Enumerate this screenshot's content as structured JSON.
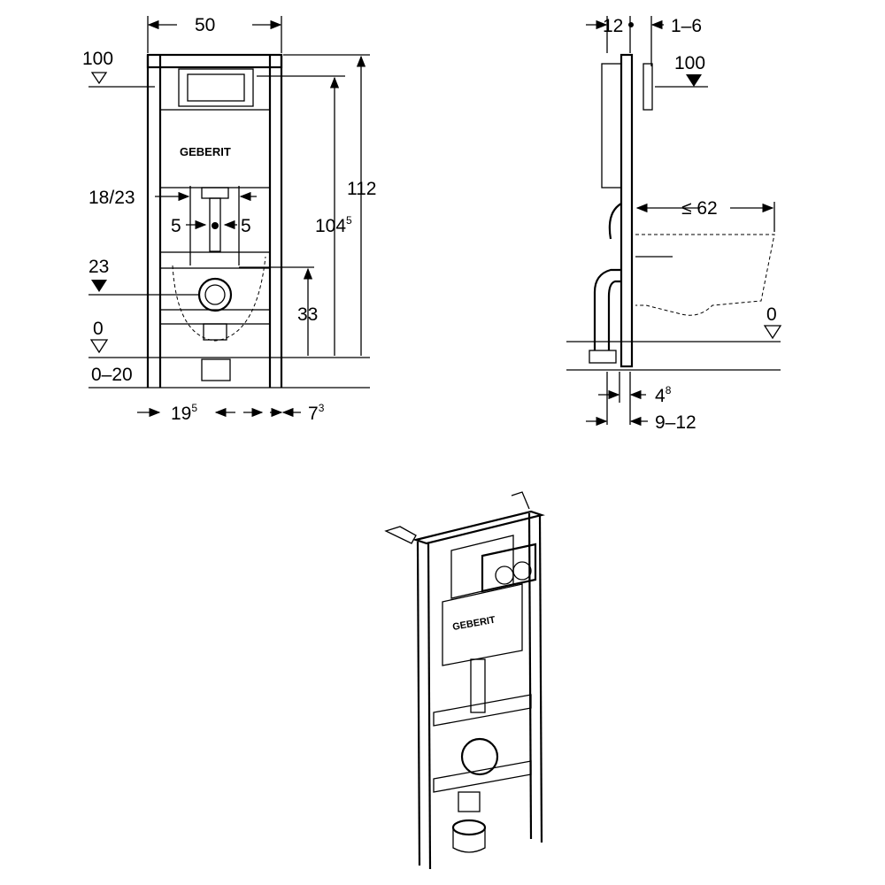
{
  "brand": "GEBERIT",
  "front_view": {
    "width": "50",
    "level_top": "100",
    "outlet_spacing": "18/23",
    "offset_left": "5",
    "offset_right": "5",
    "level_drain": "23",
    "level_floor": "0",
    "floor_range": "0–20",
    "foot_left_main": "19",
    "foot_left_sup": "5",
    "foot_right_main": "7",
    "foot_right_sup": "3",
    "height_total": "112",
    "height_inlet_main": "104",
    "height_inlet_sup": "5",
    "height_drain": "33"
  },
  "side_view": {
    "depth_top": "12",
    "wall_range": "1–6",
    "level_top": "100",
    "bowl_projection": "≤ 62",
    "level_floor": "0",
    "foot_depth_main": "4",
    "foot_depth_sup": "8",
    "wall_depth": "9–12"
  }
}
